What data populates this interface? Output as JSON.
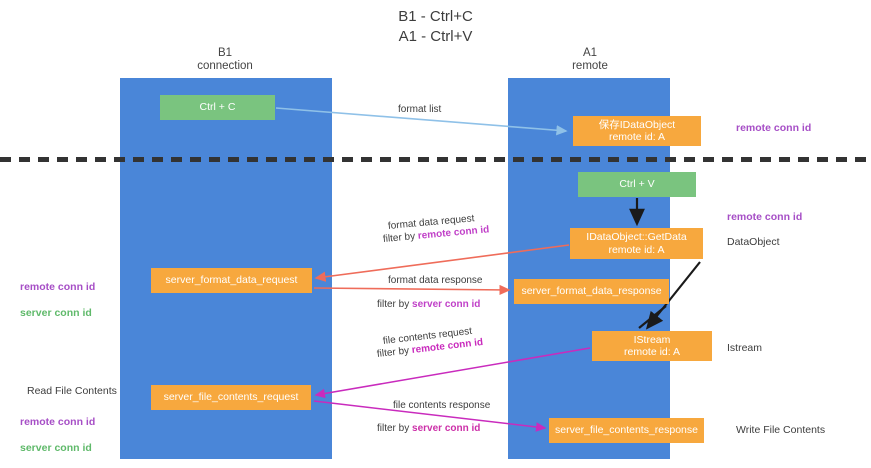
{
  "title": "B1 - Ctrl+C\nA1 - Ctrl+V",
  "lanes": [
    {
      "id": "b1",
      "header": "B1\nconnection",
      "color": "#4a86d8"
    },
    {
      "id": "a1",
      "header": "A1\nremote",
      "color": "#4a86d8"
    }
  ],
  "colors": {
    "lane": "#4a86d8",
    "node_orange": "#f7a83e",
    "node_green": "#7ac47f",
    "accent_purple": "#a64ec6",
    "accent_green": "#5fb96a",
    "arrow_red": "#ef6c5a",
    "arrow_blue": "#8fc1e8",
    "arrow_magenta": "#c92bbd",
    "arrow_black": "#1a1a1a",
    "divider": "#333333"
  },
  "nodes": {
    "ctrl_c": "Ctrl + C",
    "idataobject": "保存IDataObject\nremote id: A",
    "ctrl_v": "Ctrl + V",
    "getdata": "IDataObject::GetData\nremote id: A",
    "server_format_data_request": "server_format_data_request",
    "server_format_data_response": "server_format_data_response",
    "istream": "IStream\nremote id: A",
    "server_file_contents_request": "server_file_contents_request",
    "server_file_contents_response": "server_file_contents_response"
  },
  "edge_labels": {
    "format_list": "format list",
    "format_data_request": "format data request",
    "format_data_request_filter_prefix": "filter by ",
    "format_data_request_filter_key": "remote conn id",
    "format_data_response": "format data response",
    "format_data_response_filter_prefix": "filter by ",
    "format_data_response_filter_key": "server conn id",
    "file_contents_request": "file contents request",
    "file_contents_request_filter_prefix": "filter by ",
    "file_contents_request_filter_key": "remote conn id",
    "file_contents_response": "file contents response",
    "file_contents_response_filter_prefix": "filter by ",
    "file_contents_response_filter_key": "server conn id"
  },
  "annotations": {
    "remote_conn_id_top": "remote conn id",
    "remote_conn_id_mid": "remote conn id",
    "dataobject": "DataObject",
    "istream": "Istream",
    "write_file_contents": "Write File Contents",
    "read_file_contents": "Read File Contents",
    "left_conn_remote": "remote conn id",
    "left_conn_server": "server conn id",
    "left_conn_remote_2": "remote conn id",
    "left_conn_server_2": "server conn id"
  }
}
